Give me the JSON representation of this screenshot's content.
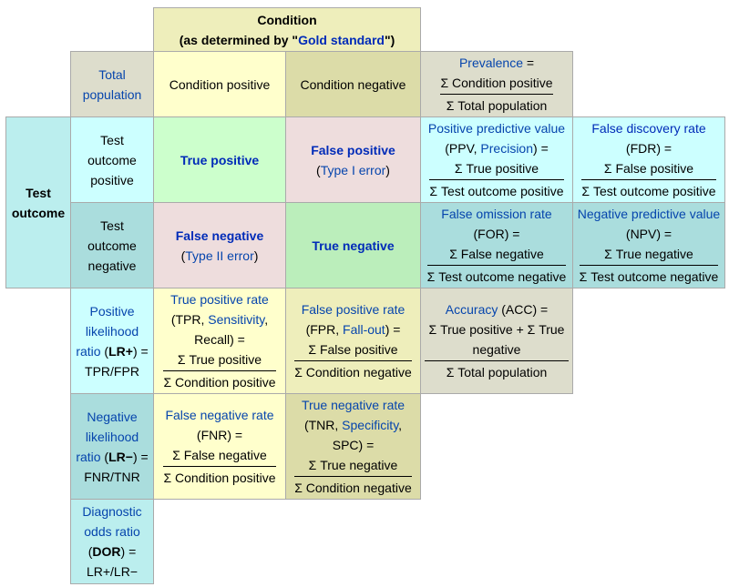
{
  "header": {
    "condition": "Condition",
    "determined_prefix": "(as determined by \"",
    "gold_standard": "Gold standard",
    "determined_suffix": "\")"
  },
  "total_population": "Total population",
  "condition_positive": "Condition positive",
  "condition_negative": "Condition negative",
  "prevalence": {
    "label": "Prevalence",
    "suffix": " =",
    "num": "Σ Condition positive",
    "den": "Σ Total population"
  },
  "test_outcome": "Test outcome",
  "test_outcome_positive": "Test outcome positive",
  "test_outcome_negative": "Test outcome negative",
  "true_positive": "True positive",
  "false_positive": {
    "label": "False positive",
    "open": "(",
    "type": "Type I error",
    "close": ")"
  },
  "false_negative": {
    "label": "False negative",
    "open": "(",
    "type": "Type II error",
    "close": ")"
  },
  "true_negative": "True negative",
  "ppv": {
    "label": "Positive predictive value",
    "pre": "(PPV, ",
    "alias": "Precision",
    "post": ") =",
    "num": "Σ True positive",
    "den": "Σ Test outcome positive"
  },
  "fdr": {
    "label": "False discovery rate",
    "abbr": "(FDR) =",
    "num": "Σ False positive",
    "den": "Σ Test outcome positive"
  },
  "for_rate": {
    "label": "False omission rate",
    "abbr": "(FOR) =",
    "num": "Σ False negative",
    "den": "Σ Test outcome negative"
  },
  "npv": {
    "label": "Negative predictive value",
    "abbr": " (NPV) =",
    "num": "Σ True negative",
    "den": "Σ Test outcome negative"
  },
  "lr_pos": {
    "label": "Positive likelihood ratio",
    "open": " (",
    "abbr": "LR+",
    "close": ") =",
    "formula": "TPR/FPR"
  },
  "tpr": {
    "label": "True positive rate",
    "pre": "(TPR, ",
    "alias": "Sensitivity",
    "post": ", Recall) =",
    "num": "Σ True positive",
    "den": "Σ Condition positive"
  },
  "fpr": {
    "label": "False positive rate",
    "pre": "(FPR, ",
    "alias": "Fall-out",
    "post": ") =",
    "num": "Σ False positive",
    "den": "Σ Condition negative"
  },
  "accuracy": {
    "label": "Accuracy",
    "abbr": " (ACC) =",
    "num": "Σ True positive + Σ True negative",
    "den": "Σ Total population"
  },
  "lr_neg": {
    "label": "Negative likelihood ratio",
    "open": " (",
    "abbr": "LR−",
    "close": ") =",
    "formula": "FNR/TNR"
  },
  "fnr": {
    "label": "False negative rate",
    "abbr": "(FNR) =",
    "num": "Σ False negative",
    "den": "Σ Condition positive"
  },
  "tnr": {
    "label": "True negative rate",
    "pre": "(TNR, ",
    "alias": "Specificity",
    "post": ", SPC) =",
    "num": "Σ True negative",
    "den": "Σ Condition negative"
  },
  "dor": {
    "label": "Diagnostic odds ratio",
    "open": "(",
    "abbr": "DOR",
    "close": ") =",
    "formula": "LR+/LR−"
  }
}
